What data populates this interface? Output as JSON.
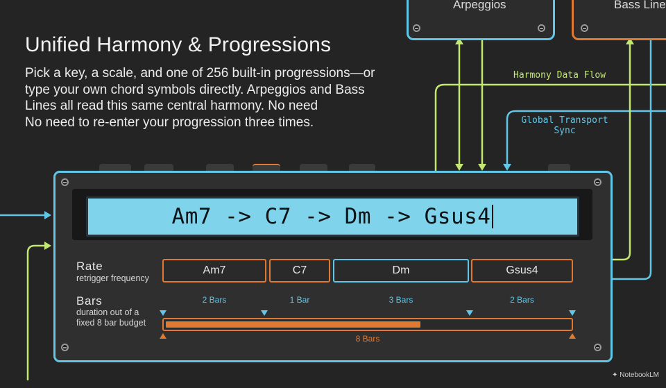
{
  "heading": {
    "title": "Unified Harmony & Progressions",
    "description_lines": [
      "Pick a key, a scale, and one of 256 built-in progressions—or",
      "type your own chord symbols directly. Arpeggios and Bass",
      "Lines all read this same central harmony. No need",
      "No need to re-enter your progression three times."
    ]
  },
  "modules": {
    "arpeggios": "Arpeggios",
    "bass_lines": "Bass Lines"
  },
  "flows": {
    "harmony": "Harmony Data Flow",
    "transport_line1": "Global Transport",
    "transport_line2": "Sync"
  },
  "display": {
    "progression": "Am7 -> C7 -> Dm -> Gsus4"
  },
  "rate": {
    "label": "Rate",
    "sublabel": "retrigger frequency"
  },
  "bars": {
    "label": "Bars",
    "sublabel_line1": "duration out of a",
    "sublabel_line2": "fixed 8 bar budget"
  },
  "chords": [
    {
      "name": "Am7",
      "duration": "2 Bars",
      "bars": 2,
      "color": "orange"
    },
    {
      "name": "C7",
      "duration": "1 Bar",
      "bars": 1,
      "color": "orange"
    },
    {
      "name": "Dm",
      "duration": "3 Bars",
      "bars": 3,
      "color": "blue"
    },
    {
      "name": "Gsus4",
      "duration": "2 Bars",
      "bars": 2,
      "color": "orange"
    }
  ],
  "budget": {
    "total_label": "8 Bars",
    "total_bars": 8,
    "filled_fraction": 0.63
  },
  "colors": {
    "accent_blue": "#62c6e6",
    "accent_orange": "#e07a32",
    "flow_green": "#c2e872",
    "background": "#242424"
  },
  "brand": "NotebookLM"
}
